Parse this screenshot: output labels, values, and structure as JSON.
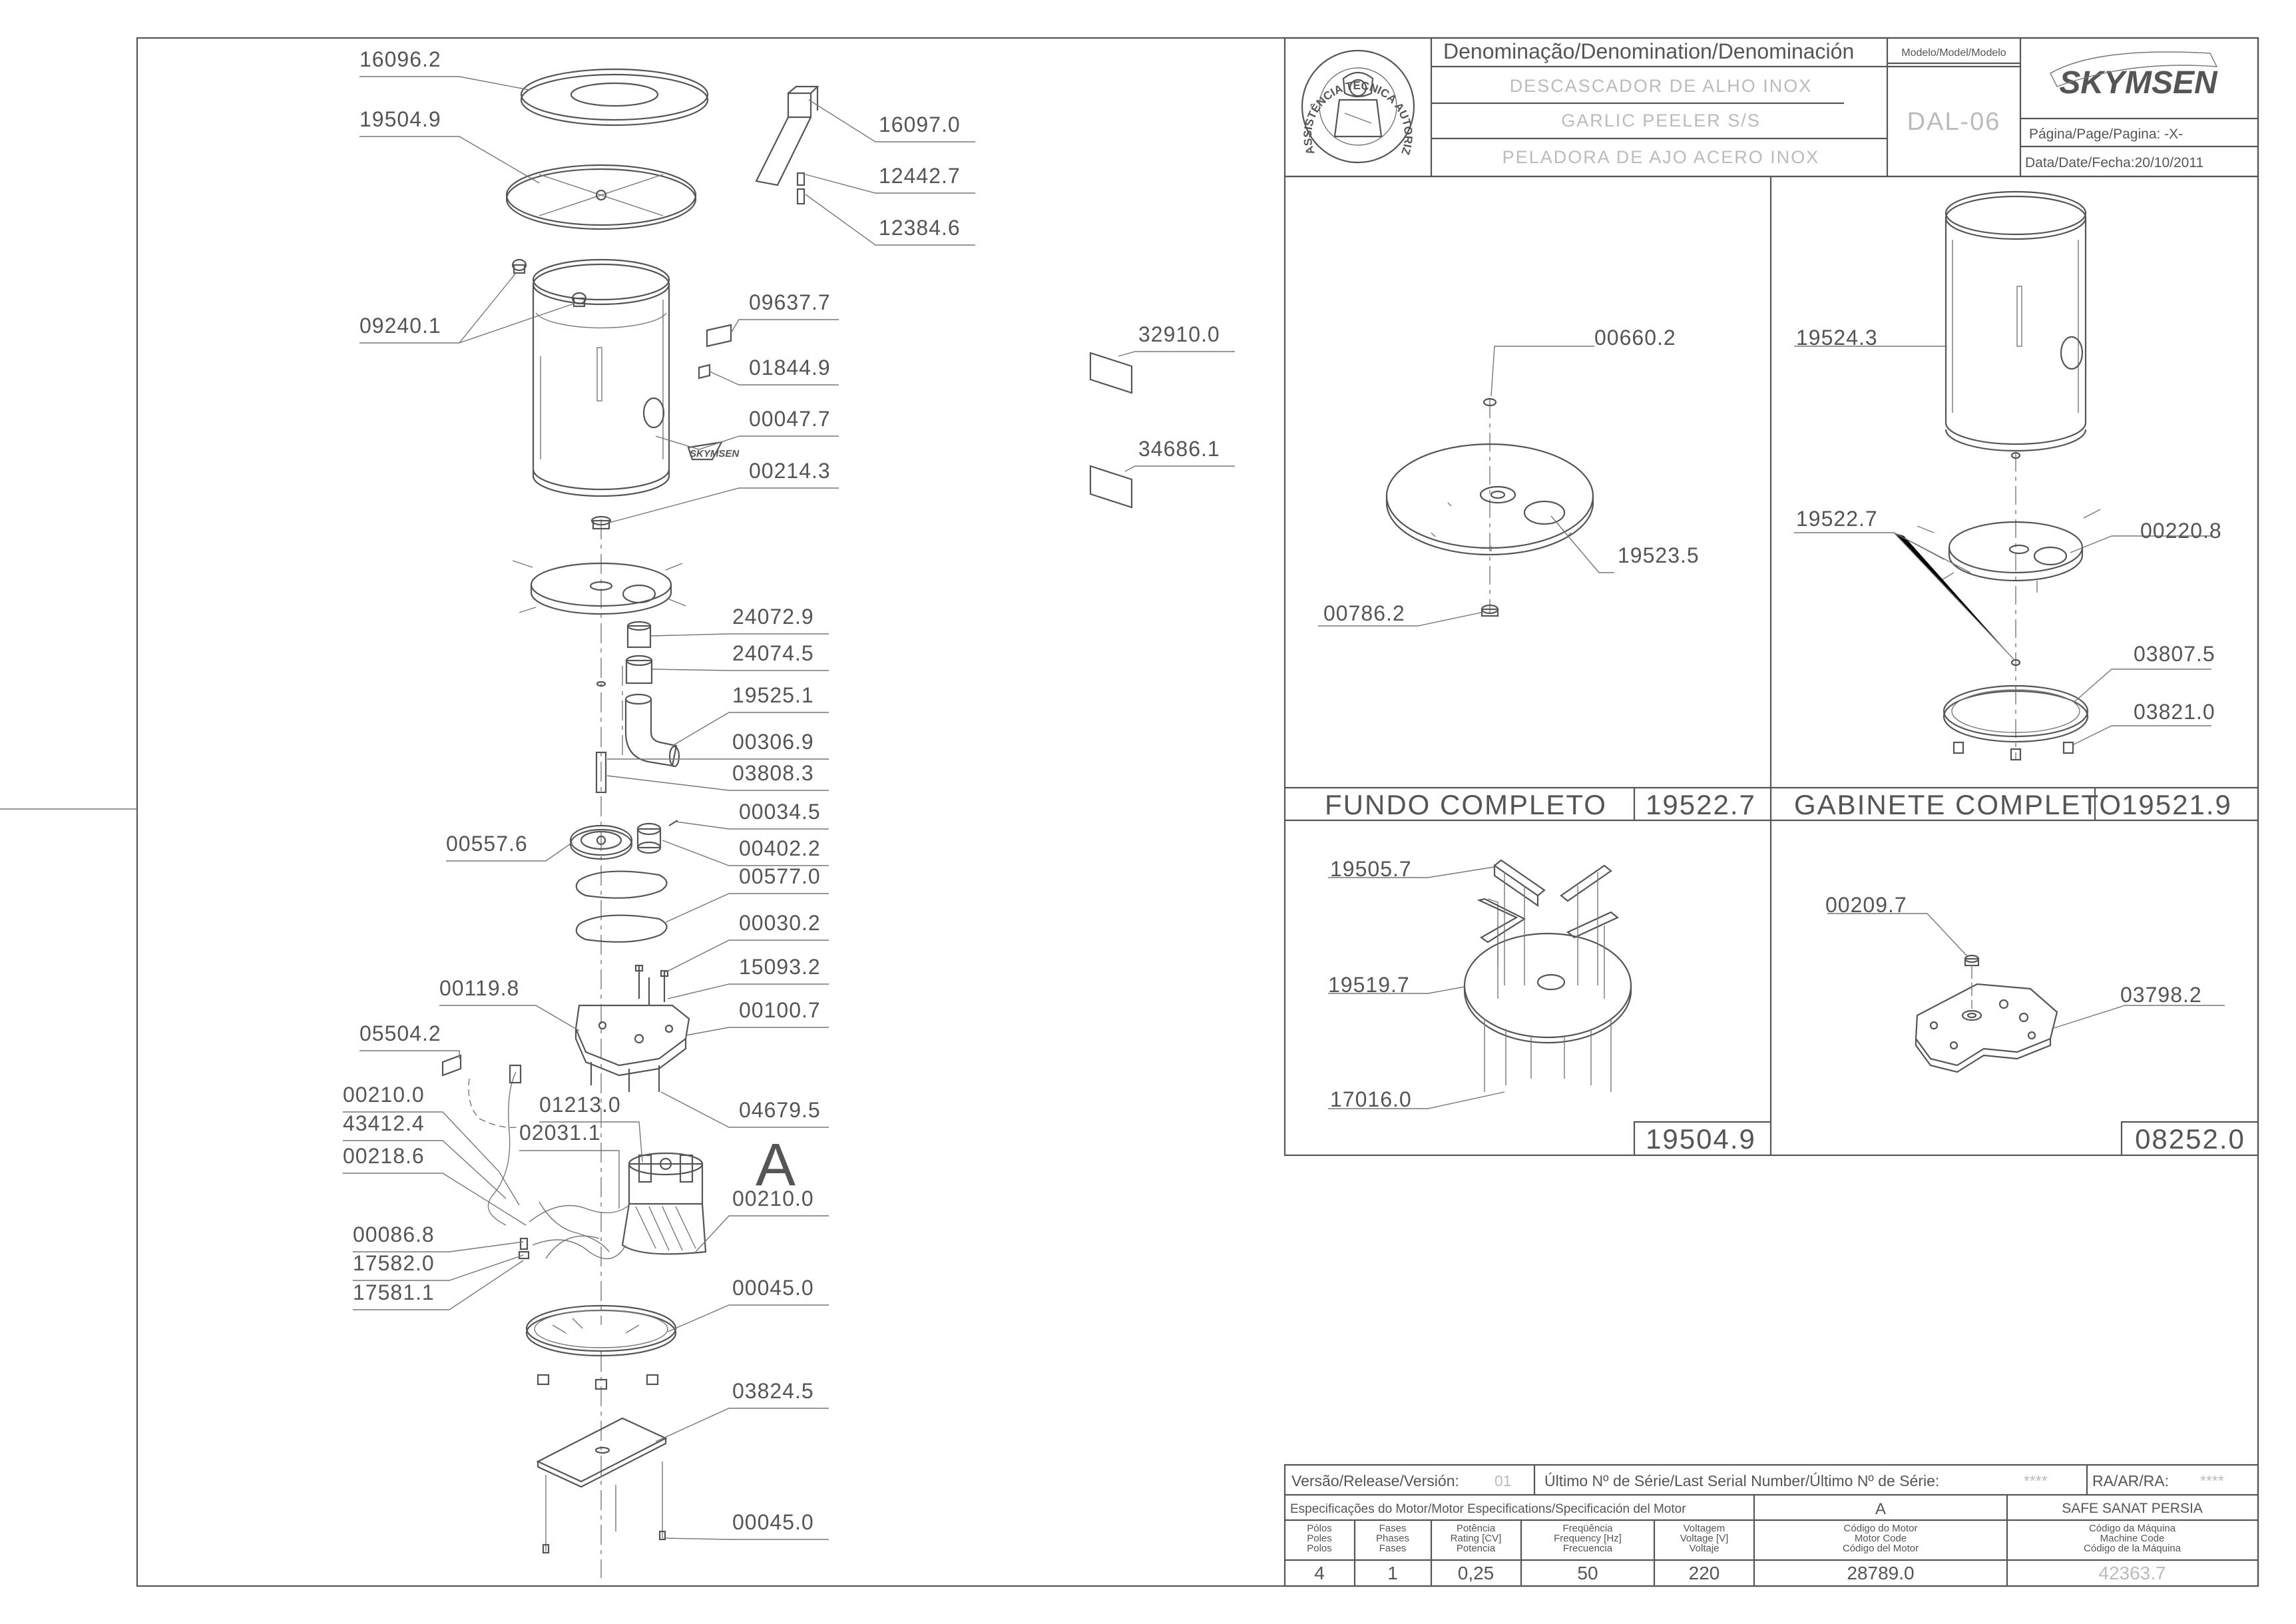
{
  "labels_left": [
    {
      "id": "l1",
      "text": "16096.2"
    },
    {
      "id": "l2",
      "text": "19504.9"
    },
    {
      "id": "l3",
      "text": "09240.1"
    },
    {
      "id": "l4",
      "text": "00557.6"
    },
    {
      "id": "l5",
      "text": "00119.8"
    },
    {
      "id": "l6",
      "text": "05504.2"
    },
    {
      "id": "l7",
      "text": "00210.0"
    },
    {
      "id": "l8",
      "text": "43412.4"
    },
    {
      "id": "l9",
      "text": "00218.6"
    },
    {
      "id": "l10",
      "text": "00086.8"
    },
    {
      "id": "l11",
      "text": "17582.0"
    },
    {
      "id": "l12",
      "text": "17581.1"
    },
    {
      "id": "l13",
      "text": "02031.1"
    },
    {
      "id": "l14",
      "text": "01213.0"
    }
  ],
  "labels_right": [
    {
      "id": "r1",
      "text": "16097.0"
    },
    {
      "id": "r2",
      "text": "12442.7"
    },
    {
      "id": "r3",
      "text": "12384.6"
    },
    {
      "id": "r4",
      "text": "09637.7"
    },
    {
      "id": "r5",
      "text": "01844.9"
    },
    {
      "id": "r6",
      "text": "00047.7"
    },
    {
      "id": "r7",
      "text": "00214.3"
    },
    {
      "id": "r8",
      "text": "24072.9"
    },
    {
      "id": "r9",
      "text": "24074.5"
    },
    {
      "id": "r10",
      "text": "19525.1"
    },
    {
      "id": "r11",
      "text": "00306.9"
    },
    {
      "id": "r12",
      "text": "03808.3"
    },
    {
      "id": "r13",
      "text": "00034.5"
    },
    {
      "id": "r14",
      "text": "00402.2"
    },
    {
      "id": "r15",
      "text": "00577.0"
    },
    {
      "id": "r16",
      "text": "00030.2"
    },
    {
      "id": "r17",
      "text": "15093.2"
    },
    {
      "id": "r18",
      "text": "00100.7"
    },
    {
      "id": "r19",
      "text": "04679.5"
    },
    {
      "id": "r20",
      "text": "00210.0"
    },
    {
      "id": "r21",
      "text": "00045.0"
    },
    {
      "id": "r22",
      "text": "03824.5"
    },
    {
      "id": "r23",
      "text": "00045.0"
    },
    {
      "id": "r24",
      "text": "32910.0"
    },
    {
      "id": "r25",
      "text": "34686.1"
    }
  ],
  "section_letter": "A",
  "logo_text": "ASSISTÊNCIA TÉCNICA AUTORIZADA",
  "brand": "SKYMSEN",
  "title_block": {
    "denomination_header": "Denominação/Denomination/Denominación",
    "name_pt": "DESCASCADOR DE ALHO INOX",
    "name_en": "GARLIC PEELER S/S",
    "name_es": "PELADORA DE AJO ACERO INOX",
    "model_header": "Modelo/Model/Modelo",
    "model": "DAL-06",
    "page_label": "Página/Page/Pagina: -X-",
    "date_label": "Data/Date/Fecha:20/10/2011"
  },
  "details": {
    "fundo": {
      "title": "FUNDO COMPLETO",
      "code": "19522.7",
      "parts": [
        "00660.2",
        "19523.5",
        "00786.2"
      ]
    },
    "gabinete": {
      "title": "GABINETE COMPLETO",
      "code": "19521.9",
      "parts": [
        "19524.3",
        "19522.7",
        "00220.8",
        "03807.5",
        "03821.0"
      ]
    },
    "frame": {
      "code": "19504.9",
      "parts": [
        "19505.7",
        "19519.7",
        "17016.0"
      ]
    },
    "plate": {
      "code": "08252.0",
      "parts": [
        "00209.7",
        "03798.2"
      ]
    }
  },
  "bottom_block": {
    "version_label": "Versão/Release/Versión:",
    "version_value": "01",
    "serial_label": "Último Nº de Série/Last Serial Number/Último Nº de Série:",
    "serial_value": "****",
    "ra_label": "RA/AR/RA:",
    "ra_value": "****",
    "motor_spec_label": "Especificações do Motor/Motor Especifications/Specificación del Motor",
    "motor_letter": "A",
    "customer": "SAFE SANAT PERSIA",
    "col_headers": [
      [
        "Pólos",
        "Poles",
        "Polos"
      ],
      [
        "Fases",
        "Phases",
        "Fases"
      ],
      [
        "Potência",
        "Rating [CV]",
        "Potencia"
      ],
      [
        "Freqüência",
        "Frequency [Hz]",
        "Frecuencia"
      ],
      [
        "Voltagem",
        "Voltage [V]",
        "Voltaje"
      ],
      [
        "Código do Motor",
        "Motor Code",
        "Código del Motor"
      ],
      [
        "Código da Máquina",
        "Machine Code",
        "Código de la Máquina"
      ]
    ],
    "values": [
      "4",
      "1",
      "0,25",
      "50",
      "220",
      "28789.0",
      "42363.7"
    ]
  }
}
